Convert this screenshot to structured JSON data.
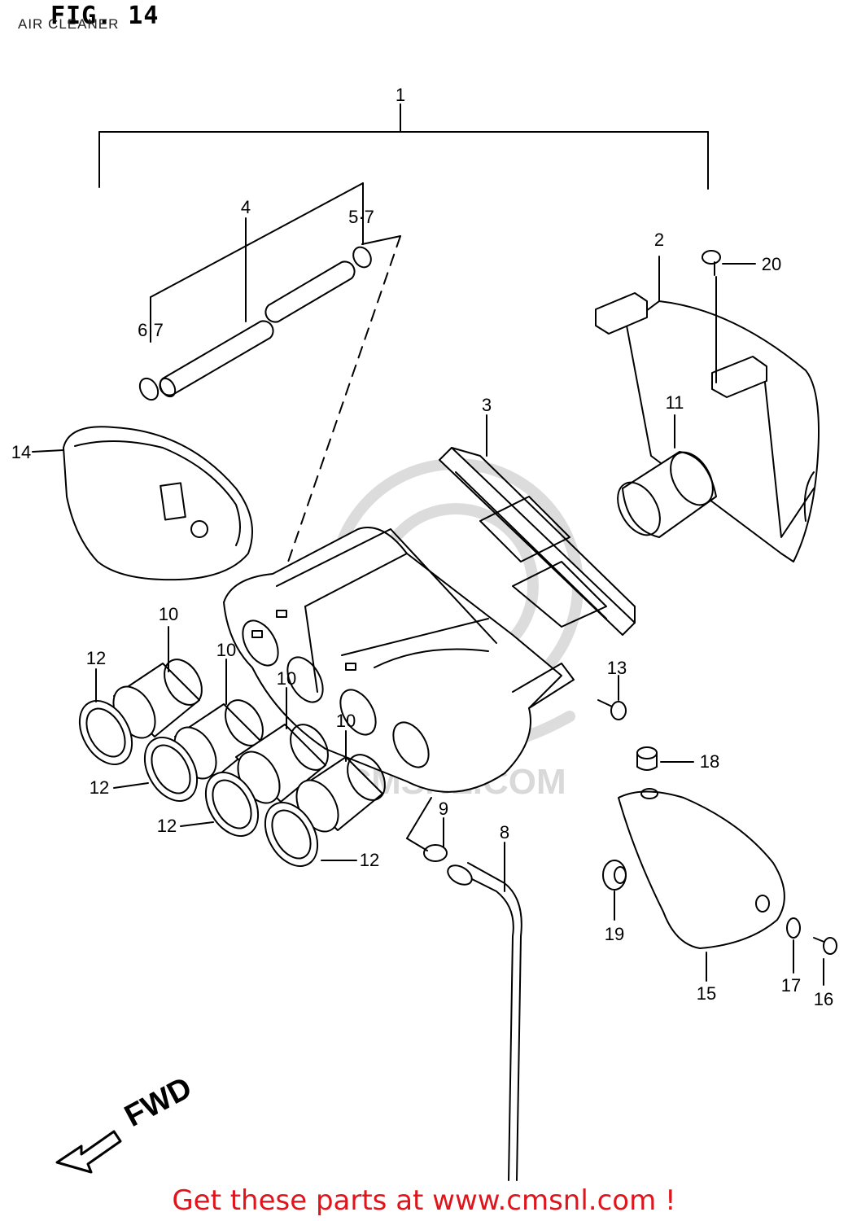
{
  "header": {
    "figure_label": "FIG. 14",
    "subtitle": "AIR CLEANER"
  },
  "callouts": [
    {
      "id": "c1",
      "text": "1"
    },
    {
      "id": "c2",
      "text": "2"
    },
    {
      "id": "c3",
      "text": "3"
    },
    {
      "id": "c4",
      "text": "4"
    },
    {
      "id": "c57",
      "text": "5·7"
    },
    {
      "id": "c67",
      "text": "6·7"
    },
    {
      "id": "c8",
      "text": "8"
    },
    {
      "id": "c9",
      "text": "9"
    },
    {
      "id": "c10a",
      "text": "10"
    },
    {
      "id": "c10b",
      "text": "10"
    },
    {
      "id": "c10c",
      "text": "10"
    },
    {
      "id": "c10d",
      "text": "10"
    },
    {
      "id": "c11",
      "text": "11"
    },
    {
      "id": "c12a",
      "text": "12"
    },
    {
      "id": "c12b",
      "text": "12"
    },
    {
      "id": "c12c",
      "text": "12"
    },
    {
      "id": "c12d",
      "text": "12"
    },
    {
      "id": "c13",
      "text": "13"
    },
    {
      "id": "c14",
      "text": "14"
    },
    {
      "id": "c15",
      "text": "15"
    },
    {
      "id": "c16",
      "text": "16"
    },
    {
      "id": "c17",
      "text": "17"
    },
    {
      "id": "c18",
      "text": "18"
    },
    {
      "id": "c19",
      "text": "19"
    },
    {
      "id": "c20",
      "text": "20"
    }
  ],
  "direction_marker": "FWD",
  "watermark": "CMSNL.COM",
  "footer": {
    "cta_text": "Get these parts at www.cmsnl.com !"
  },
  "colors": {
    "line": "#000000",
    "watermark": "#d9d9d9",
    "cta": "#e0141b"
  }
}
